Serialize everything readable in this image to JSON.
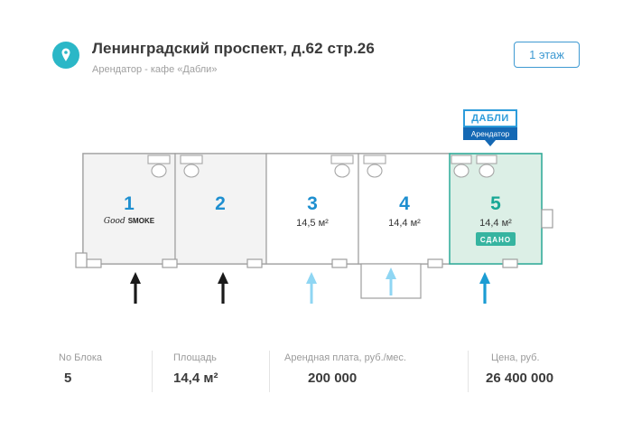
{
  "header": {
    "title": "Ленинградский проспект, д.62 стр.26",
    "subtitle": "Арендатор - кафе «Дабли»",
    "floor_badge": "1 этаж"
  },
  "callout": {
    "tenant": "ДАБЛИ",
    "role": "Арендатор"
  },
  "plan": {
    "units": [
      {
        "number": "1",
        "logo_script": "Good",
        "logo_word": "SMOKE"
      },
      {
        "number": "2"
      },
      {
        "number": "3",
        "area": "14,5 м²"
      },
      {
        "number": "4",
        "area": "14,4 м²"
      },
      {
        "number": "5",
        "area": "14,4 м²",
        "status": "СДАНО"
      }
    ],
    "colors": {
      "accent_blue": "#2d9cdb",
      "pin_teal": "#2bb7c7",
      "unit_number_blue": "#1e8fd0",
      "unit5_teal": "#18a795",
      "rented_fill": "#dcefe6",
      "status_badge": "#36b4a0",
      "arrow_black": "#1a1a1a",
      "arrow_light_blue": "#8fd6f3",
      "arrow_blue": "#1b9cd3"
    }
  },
  "footer": {
    "cols": [
      {
        "label": "No Блока",
        "value": "5"
      },
      {
        "label": "Площадь",
        "value": "14,4 м²"
      },
      {
        "label": "Арендная плата, руб./мес.",
        "value": "200 000"
      },
      {
        "label": "Цена, руб.",
        "value": "26 400 000"
      }
    ]
  }
}
